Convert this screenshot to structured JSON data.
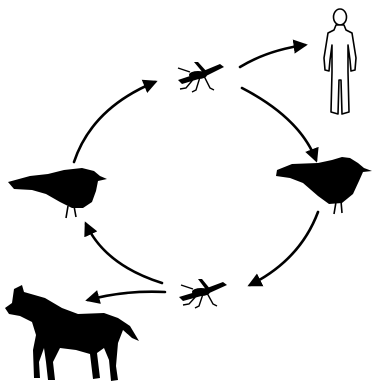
{
  "diagram": {
    "type": "transmission-cycle",
    "colors": {
      "silhouette": "#000000",
      "human_fill": "#ffffff",
      "background": "#ffffff"
    },
    "nodes": [
      {
        "id": "mosquito-top",
        "icon": "mosquito-icon"
      },
      {
        "id": "human",
        "icon": "human-icon"
      },
      {
        "id": "bird-right",
        "icon": "bird-icon"
      },
      {
        "id": "mosquito-bottom",
        "icon": "mosquito-icon"
      },
      {
        "id": "horse",
        "icon": "horse-icon"
      },
      {
        "id": "bird-left",
        "icon": "bird-icon"
      }
    ],
    "edges": [
      {
        "from": "mosquito-top",
        "to": "human"
      },
      {
        "from": "mosquito-top",
        "to": "bird-right"
      },
      {
        "from": "bird-right",
        "to": "mosquito-bottom"
      },
      {
        "from": "mosquito-bottom",
        "to": "horse"
      },
      {
        "from": "mosquito-bottom",
        "to": "bird-left"
      },
      {
        "from": "bird-left",
        "to": "mosquito-top"
      }
    ]
  }
}
